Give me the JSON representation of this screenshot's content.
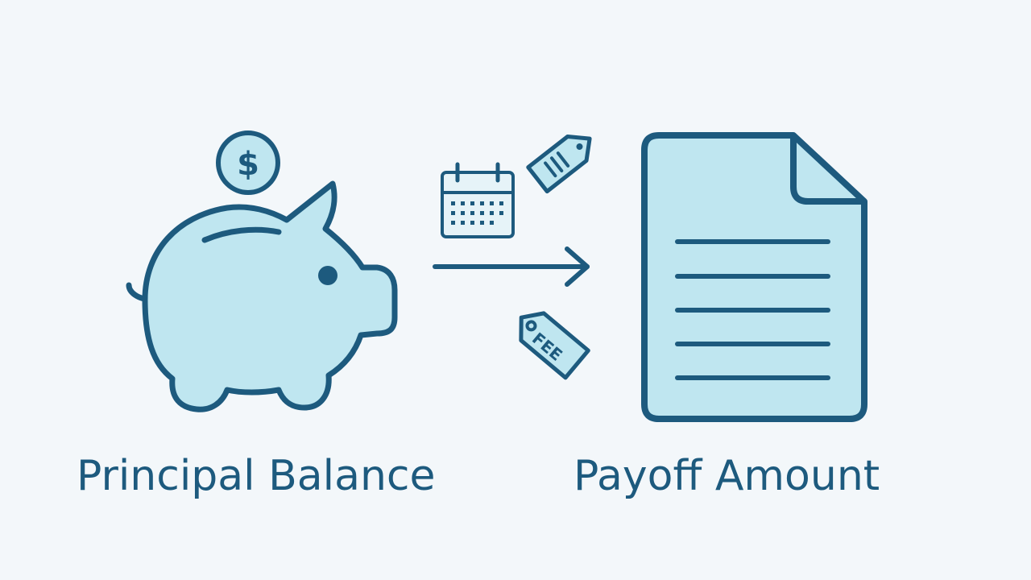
{
  "labels": {
    "left": "Principal Balance",
    "right": "Payoff Amount"
  },
  "icons": {
    "coin_symbol": "$",
    "fee_tag_text": "FEE",
    "left": "piggy-bank-icon",
    "coin": "dollar-coin-icon",
    "calendar": "calendar-icon",
    "tag": "price-tag-icon",
    "fee_tag": "fee-tag-icon",
    "arrow": "arrow-right-icon",
    "right": "document-icon"
  },
  "colors": {
    "background": "#f3f7fa",
    "stroke": "#1d5a7e",
    "fill": "#bfe6f0"
  }
}
